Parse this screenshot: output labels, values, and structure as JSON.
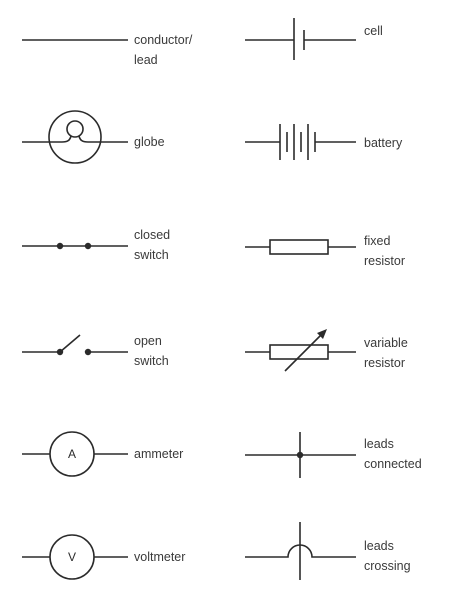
{
  "symbols": {
    "conductor": {
      "label_line1": "conductor/",
      "label_line2": "lead"
    },
    "globe": {
      "label": "globe"
    },
    "closed_switch": {
      "label_line1": "closed",
      "label_line2": "switch"
    },
    "open_switch": {
      "label_line1": "open",
      "label_line2": "switch"
    },
    "ammeter": {
      "label": "ammeter",
      "letter": "A"
    },
    "voltmeter": {
      "label": "voltmeter",
      "letter": "V"
    },
    "cell": {
      "label": "cell"
    },
    "battery": {
      "label": "battery"
    },
    "fixed_resistor": {
      "label_line1": "fixed",
      "label_line2": "resistor"
    },
    "variable_resistor": {
      "label_line1": "variable",
      "label_line2": "resistor"
    },
    "leads_connected": {
      "label_line1": "leads",
      "label_line2": "connected"
    },
    "leads_crossing": {
      "label_line1": "leads",
      "label_line2": "crossing"
    }
  }
}
